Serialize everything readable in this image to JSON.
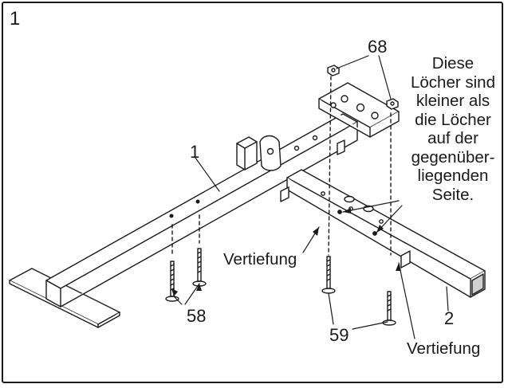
{
  "step_number": "1",
  "parts": {
    "frame_1": "1",
    "frame_2": "2",
    "nut": "68",
    "bolt_58": "58",
    "bolt_59": "59"
  },
  "labels": {
    "recess_left": "Vertiefung",
    "recess_right": "Vertiefung"
  },
  "note": {
    "lines": [
      "Diese",
      "Löcher sind",
      "kleiner als",
      "die Löcher",
      "auf der",
      "gegenüber-",
      "liegenden",
      "Seite."
    ]
  }
}
